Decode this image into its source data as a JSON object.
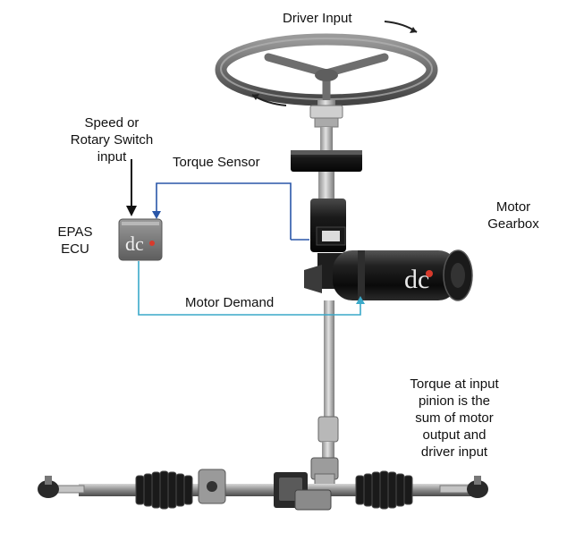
{
  "labels": {
    "driver_input": "Driver Input",
    "speed_switch": [
      "Speed or",
      "Rotary Switch",
      "input"
    ],
    "torque_sensor": "Torque Sensor",
    "epas_ecu": [
      "EPAS",
      "ECU"
    ],
    "motor_gearbox": [
      "Motor",
      "Gearbox"
    ],
    "motor_demand": "Motor Demand",
    "torque_note": [
      "Torque at input",
      "pinion is the",
      "sum of motor",
      "output and",
      "driver input"
    ]
  },
  "logo": {
    "ecu_text": "dc",
    "motor_text": "dc"
  },
  "colors": {
    "sensor_wire": "#2a57a8",
    "demand_wire": "#3aa9c9",
    "metal_dark": "#2a2a2a",
    "metal_mid": "#7a7a7a",
    "metal_light": "#bfbfbf",
    "logo_accent": "#d83a2c"
  }
}
